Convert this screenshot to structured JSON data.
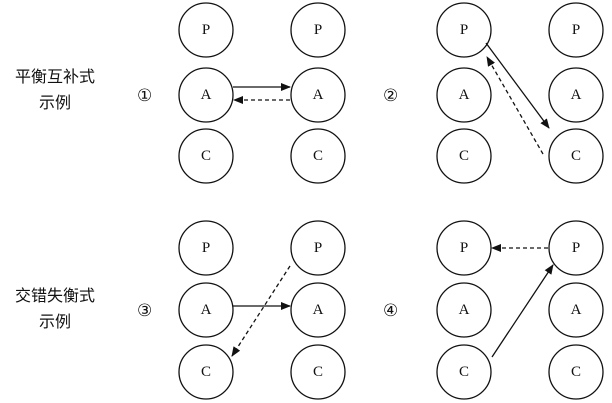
{
  "labels": {
    "balanced": [
      "平衡互补式",
      "示例"
    ],
    "staggered": [
      "交错失衡式",
      "示例"
    ]
  },
  "panels": [
    {
      "number": "①",
      "nodes": [
        "P",
        "A",
        "C"
      ]
    },
    {
      "number": "②",
      "nodes": [
        "P",
        "A",
        "C"
      ]
    },
    {
      "number": "③",
      "nodes": [
        "P",
        "A",
        "C"
      ]
    },
    {
      "number": "④",
      "nodes": [
        "P",
        "A",
        "C"
      ]
    }
  ]
}
